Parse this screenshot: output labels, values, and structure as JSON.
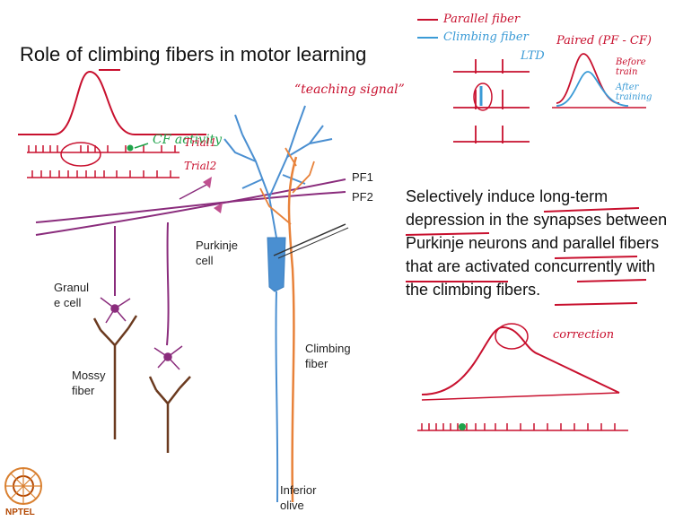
{
  "slide": {
    "title": "Role of climbing fibers in motor learning",
    "body": "Selectively induce long-term depression in the synapses between Purkinje neurons and parallel fibers that are activated concurrently with the climbing fibers."
  },
  "diagram_labels": {
    "pf1": "PF1",
    "pf2": "PF2",
    "purkinje": [
      "Purkinje",
      "cell"
    ],
    "granule": [
      "Granul",
      "e cell"
    ],
    "mossy": [
      "Mossy",
      "fiber"
    ],
    "climbing": [
      "Climbing",
      "fiber"
    ],
    "inferior": [
      "Inferior",
      "olive"
    ]
  },
  "annotations": {
    "cf_activity": "CF activity",
    "teaching": "“teaching signal”",
    "trial1": "Trial1",
    "trial2": "Trial2",
    "legend_parallel": "Parallel fiber",
    "legend_climbing": "Climbing fiber",
    "ltd": "LTD",
    "paired": "Paired (PF - CF)",
    "before": "Before train",
    "after": "After training",
    "correction": "correction"
  },
  "logo": {
    "text": "NPTEL"
  },
  "colors": {
    "red": "#c8102e",
    "blue": "#3b9bd6",
    "purple": "#8a2c7c",
    "brown": "#6b3a1f",
    "orange": "#e8823a",
    "green": "#1fa34a",
    "dendrite_blue": "#4a8fd1"
  }
}
